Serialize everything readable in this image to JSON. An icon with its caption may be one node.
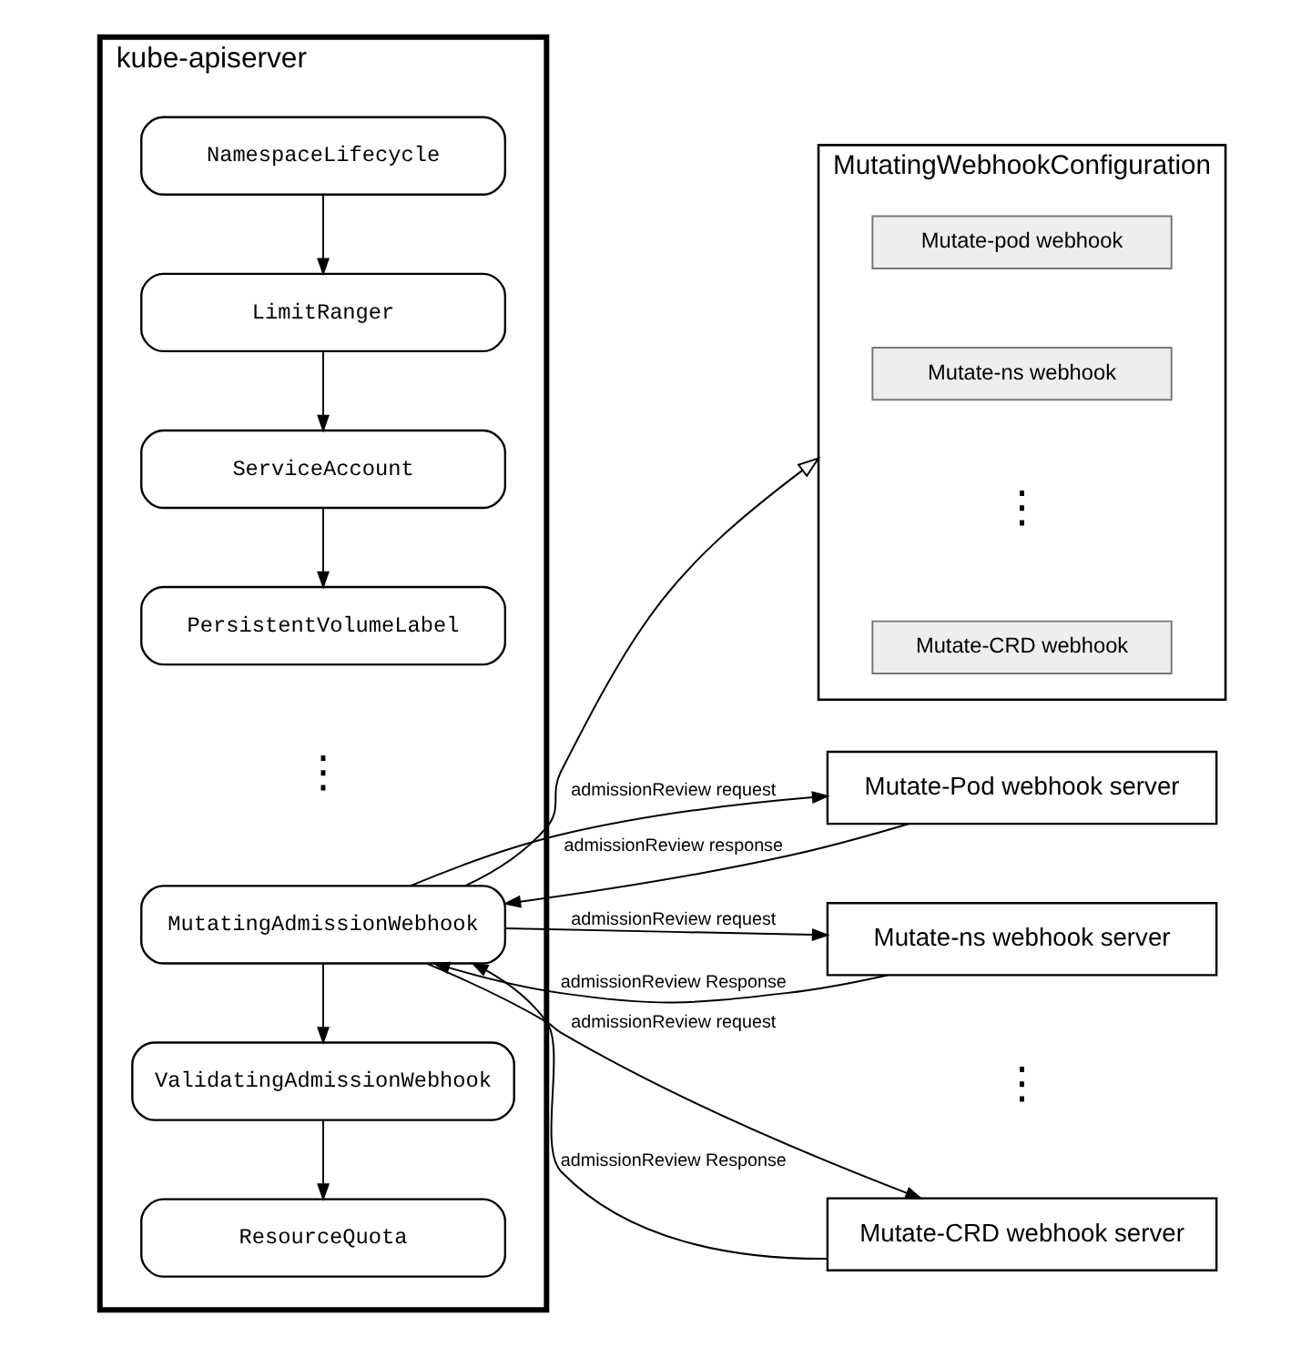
{
  "diagram": {
    "nodes": [
      {
        "text": [
          "MutatingWebhookConfiguration"
        ]
      },
      {
        "text": [
          "Mutate-pod webhook"
        ],
        "in": 0
      },
      {
        "text": [
          "Mutate-ns webhook"
        ],
        "in": 0
      },
      {
        "text": [
          "Mutate-CRD webhook"
        ],
        "in": 0
      },
      {
        "text": [
          "kube-apiserver"
        ]
      },
      {
        "text": [
          "NamespaceLifecycle"
        ],
        "in": 4
      },
      {
        "text": [
          "LimitRanger"
        ],
        "in": 4
      },
      {
        "text": [
          "ServiceAccount"
        ],
        "in": 4
      },
      {
        "text": [
          "PersistentVolumeLabel"
        ],
        "in": 4
      },
      {
        "text": [
          "MutatingAdmissionWebhook"
        ],
        "in": 4
      },
      {
        "text": [
          "ValidatingAdmissionWebhook"
        ],
        "in": 4
      },
      {
        "text": [
          "ResourceQuota"
        ],
        "in": 4
      },
      {
        "text": [
          "Mutate-Pod webhook server"
        ]
      },
      {
        "text": [
          "Mutate-ns webhook server"
        ]
      },
      {
        "text": [
          "Mutate-CRD webhook server"
        ]
      }
    ],
    "edges": [
      {
        "from": 9,
        "to": 0,
        "arrow": "to"
      },
      {
        "from": 5,
        "to": 6,
        "arrow": "to"
      },
      {
        "from": 6,
        "to": 7,
        "arrow": "to"
      },
      {
        "from": 7,
        "to": 8,
        "arrow": "to"
      },
      {
        "from": 9,
        "to": 10,
        "arrow": "to"
      },
      {
        "from": 10,
        "to": 11,
        "arrow": "to"
      },
      {
        "from": 12,
        "to": 9,
        "arrow": "to",
        "label": "admissionReview response"
      },
      {
        "from": 9,
        "to": 12,
        "arrow": "to",
        "label": "admissionReview request"
      },
      {
        "from": 13,
        "to": 9,
        "arrow": "to",
        "label": "admissionReview Response"
      },
      {
        "from": 9,
        "to": 13,
        "arrow": "to",
        "label": "admissionReview request"
      },
      {
        "from": 9,
        "to": 14,
        "arrow": "to",
        "label": "admissionReview request"
      },
      {
        "from": 14,
        "to": 9,
        "arrow": "to",
        "label": "admissionReview Response"
      }
    ],
    "labels": [
      "⋮",
      "⋮",
      "⋮"
    ]
  }
}
